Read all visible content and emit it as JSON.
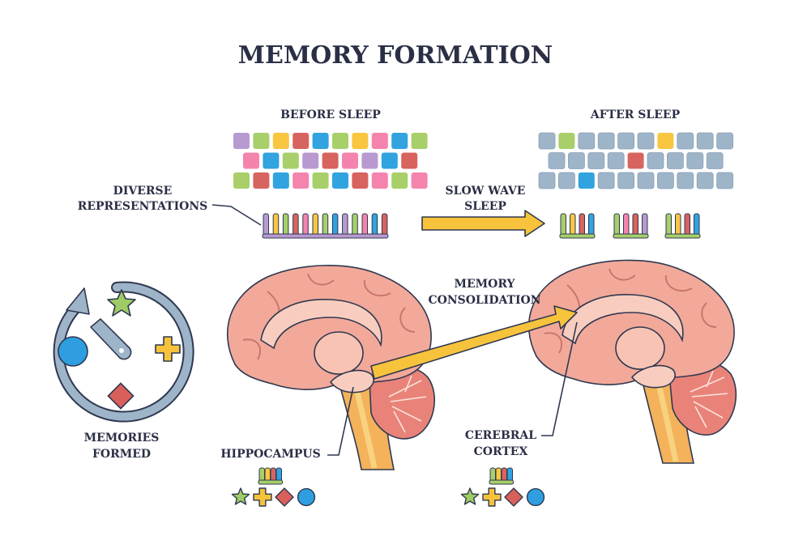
{
  "title": "MEMORY FORMATION",
  "labels": {
    "before_sleep": "BEFORE SLEEP",
    "after_sleep": "AFTER SLEEP",
    "diverse_1": "DIVERSE",
    "diverse_2": "REPRESENTATIONS",
    "slow_1": "SLOW WAVE",
    "slow_2": "SLEEP",
    "consol_1": "MEMORY",
    "consol_2": "CONSOLIDATION",
    "memories_1": "MEMORIES",
    "memories_2": "FORMED",
    "hippocampus": "HIPPOCAMPUS",
    "cortex_1": "CEREBRAL",
    "cortex_2": "CORTEX"
  },
  "colors": {
    "text": "#2a2f45",
    "outline": "#2f3850",
    "arrow_yellow": "#f7c33c",
    "brain_pink": "#f2a99a",
    "brain_light": "#f8cdbf",
    "stem_orange": "#f4b25b",
    "cerebellum": "#e9837a",
    "grey_blue": "#9eb4c8",
    "purple": "#b89ad0",
    "green": "#a8cf6a",
    "yellow": "#f8c640",
    "red": "#d8645f",
    "blue": "#31a3df",
    "pink": "#f484ad",
    "circle_blue": "#2e9ee0",
    "star_green": "#9ecb65",
    "plus_yellow": "#f5c23a",
    "diamond_red": "#d9605a"
  },
  "before_grid": [
    [
      "purple",
      "green",
      "yellow",
      "red",
      "blue",
      "green",
      "yellow",
      "pink",
      "blue",
      "green"
    ],
    [
      "pink",
      "blue",
      "green",
      "purple",
      "red",
      "pink",
      "purple",
      "blue",
      "red"
    ],
    [
      "green",
      "red",
      "blue",
      "pink",
      "green",
      "blue",
      "red",
      "pink",
      "green",
      "pink"
    ]
  ],
  "after_grid": [
    [
      "grey",
      "green",
      "grey",
      "grey",
      "grey",
      "grey",
      "yellow",
      "grey",
      "grey",
      "grey"
    ],
    [
      "grey",
      "grey",
      "grey",
      "grey",
      "red",
      "grey",
      "grey",
      "grey",
      "grey"
    ],
    [
      "grey",
      "grey",
      "blue",
      "grey",
      "grey",
      "grey",
      "grey",
      "grey",
      "grey",
      "grey"
    ]
  ],
  "combs": {
    "before": [
      "purple",
      "yellow",
      "green",
      "red",
      "pink",
      "yellow",
      "green",
      "blue",
      "purple",
      "green",
      "pink",
      "blue",
      "red"
    ],
    "after_groups": [
      [
        "green",
        "yellow",
        "red",
        "blue"
      ],
      [
        "green",
        "pink",
        "red",
        "purple"
      ],
      [
        "green",
        "yellow",
        "red",
        "blue"
      ]
    ],
    "small": [
      "green",
      "yellow",
      "red",
      "blue"
    ]
  },
  "icons": {
    "cycle": [
      "star-icon",
      "plus-icon",
      "diamond-icon",
      "circle-icon",
      "comet-icon"
    ],
    "row": [
      "star-icon",
      "plus-icon",
      "diamond-icon",
      "circle-icon"
    ]
  }
}
